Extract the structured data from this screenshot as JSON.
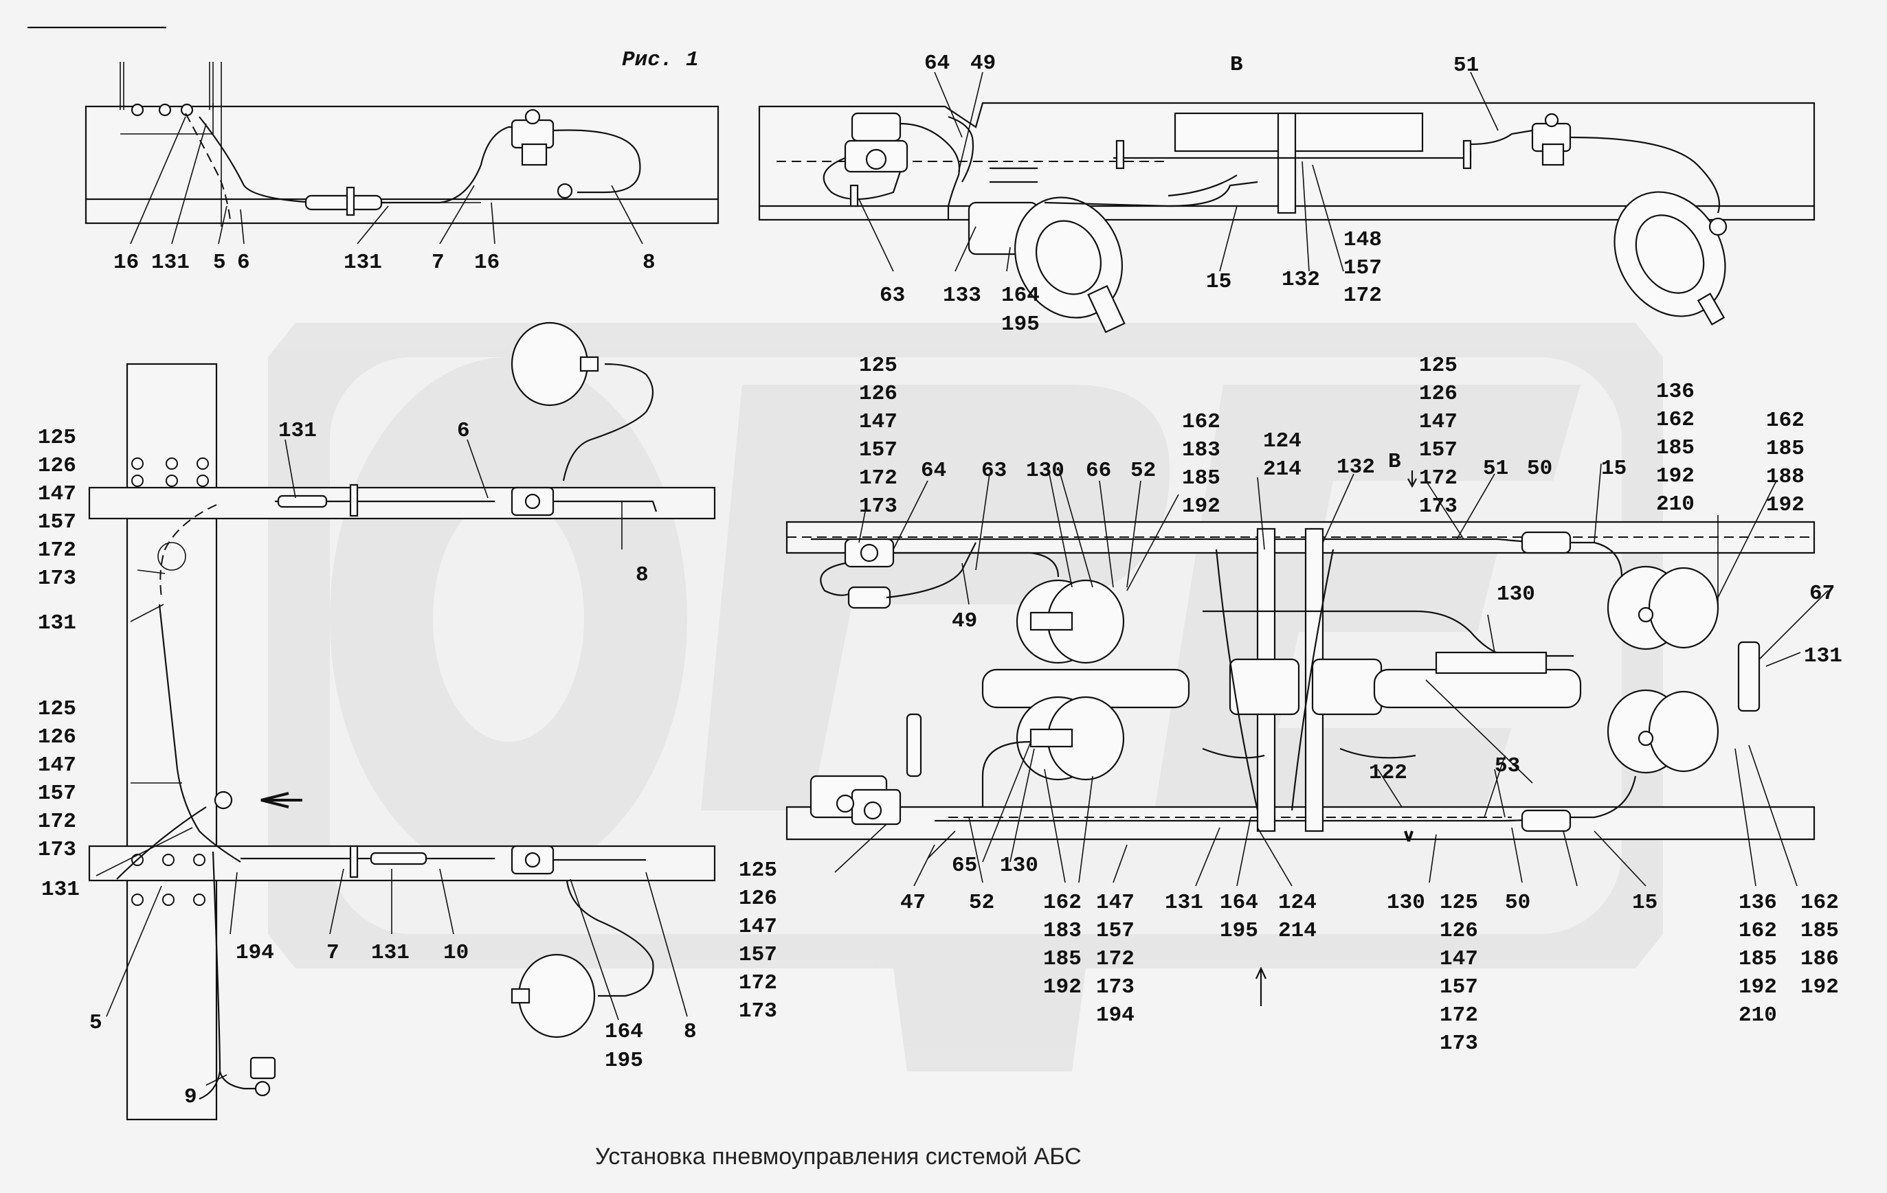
{
  "figure": {
    "title": "Рис. 1",
    "view_top": "В",
    "view_mid": "В"
  },
  "caption": "Установка пневмоуправления системой АБС",
  "labels": {
    "L16a": "16",
    "L131a": "131",
    "L5a": "5",
    "L6a": "6",
    "L131b": "131",
    "L7a": "7",
    "L16b": "16",
    "L8a": "8",
    "L64a": "64",
    "L49a": "49",
    "L51a": "51",
    "L63a": "63",
    "L133": "133",
    "L164a": "164",
    "L195a": "195",
    "L15a": "15",
    "L132a": "132",
    "L148": "148",
    "L157a": "157",
    "L172a": "172",
    "LS1": "125\n126\n147\n157\n172\n173",
    "L131c": "131",
    "LS2": "125\n126\n147\n157\n172\n173",
    "L131d": "131",
    "L5b": "5",
    "L194a": "194",
    "L7b": "7",
    "L131e": "131",
    "L10": "10",
    "L8b": "8",
    "L164b": "164",
    "L195b": "195",
    "L9": "9",
    "L131f": "131",
    "L6b": "6",
    "L8c": "8",
    "LS3": "125\n126\n147\n157\n172\n173",
    "L64b": "64",
    "L63b": "63",
    "L49b": "49",
    "L130a": "130",
    "L66": "66",
    "L52a": "52",
    "LS4": "162\n183\n185\n192",
    "LS5": "124\n214",
    "L132b": "132",
    "LS6": "125\n126\n147\n157\n172\n173",
    "L51b": "51",
    "L50a": "50",
    "L15b": "15",
    "LS7": "136\n162\n185\n192\n210",
    "LS8": "162\n185\n188\n192",
    "L67": "67",
    "L131g": "131",
    "L130b": "130",
    "L122": "122",
    "L53": "53",
    "LS9": "125\n126\n147\n157\n172\n173",
    "L47": "47",
    "L65": "65",
    "L52b": "52",
    "L130c": "130",
    "LS10": "162\n183\n185\n192",
    "LS11": "147\n157\n172\n173\n194",
    "L131h": "131",
    "LS12": "164\n195",
    "LS13": "124\n214",
    "L130d": "130",
    "LS14": "125\n126\n147\n157\n172\n173",
    "L50b": "50",
    "L15c": "15",
    "LS15": "136\n162\n185\n192\n210",
    "LS16": "162\n185\n186\n192"
  }
}
